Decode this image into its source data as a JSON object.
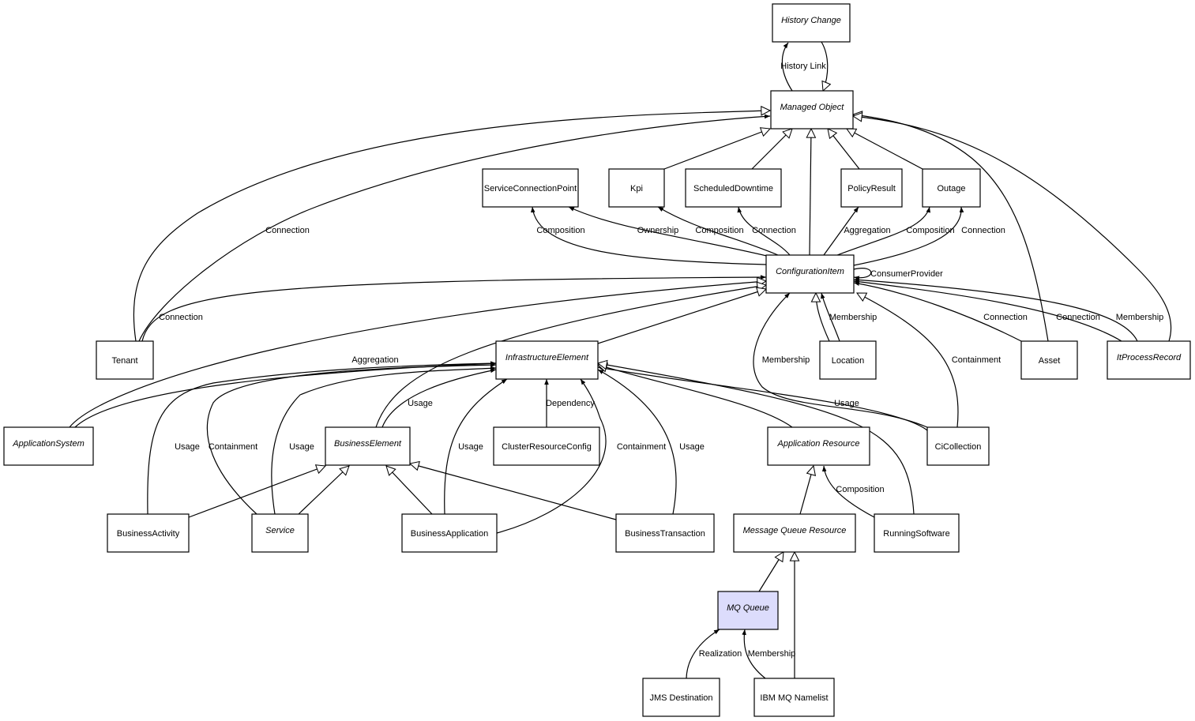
{
  "colors": {
    "highlight_fill": "#dcdcfc",
    "stroke": "#000000",
    "background": "#ffffff"
  },
  "nodes": [
    {
      "id": "history_change",
      "label": "History Change",
      "italic": true
    },
    {
      "id": "managed_object",
      "label": "Managed Object",
      "italic": true
    },
    {
      "id": "service_connection_point",
      "label": "ServiceConnectionPoint",
      "italic": false
    },
    {
      "id": "kpi",
      "label": "Kpi",
      "italic": false
    },
    {
      "id": "scheduled_downtime",
      "label": "ScheduledDowntime",
      "italic": false
    },
    {
      "id": "policy_result",
      "label": "PolicyResult",
      "italic": false
    },
    {
      "id": "outage",
      "label": "Outage",
      "italic": false
    },
    {
      "id": "configuration_item",
      "label": "ConfigurationItem",
      "italic": true
    },
    {
      "id": "tenant",
      "label": "Tenant",
      "italic": false
    },
    {
      "id": "infrastructure_element",
      "label": "InfrastructureElement",
      "italic": true
    },
    {
      "id": "location",
      "label": "Location",
      "italic": false
    },
    {
      "id": "asset",
      "label": "Asset",
      "italic": false
    },
    {
      "id": "it_process_record",
      "label": "ItProcessRecord",
      "italic": true
    },
    {
      "id": "application_system",
      "label": "ApplicationSystem",
      "italic": true
    },
    {
      "id": "business_element",
      "label": "BusinessElement",
      "italic": true
    },
    {
      "id": "cluster_resource_config",
      "label": "ClusterResourceConfig",
      "italic": false
    },
    {
      "id": "application_resource",
      "label": "Application Resource",
      "italic": true
    },
    {
      "id": "ci_collection",
      "label": "CiCollection",
      "italic": false
    },
    {
      "id": "business_activity",
      "label": "BusinessActivity",
      "italic": false
    },
    {
      "id": "service",
      "label": "Service",
      "italic": true
    },
    {
      "id": "business_application",
      "label": "BusinessApplication",
      "italic": false
    },
    {
      "id": "business_transaction",
      "label": "BusinessTransaction",
      "italic": false
    },
    {
      "id": "message_queue_resource",
      "label": "Message Queue Resource",
      "italic": true
    },
    {
      "id": "running_software",
      "label": "RunningSoftware",
      "italic": false
    },
    {
      "id": "mq_queue",
      "label": "MQ Queue",
      "italic": true,
      "highlight": true
    },
    {
      "id": "jms_destination",
      "label": "JMS Destination",
      "italic": false
    },
    {
      "id": "ibm_mq_namelist",
      "label": "IBM MQ Namelist",
      "italic": false
    }
  ],
  "edges": [
    {
      "from": "managed_object",
      "to": "history_change",
      "kind": "association",
      "label": "History Link"
    },
    {
      "from": "history_change",
      "to": "managed_object",
      "kind": "generalization",
      "label": ""
    },
    {
      "from": "tenant",
      "to": "managed_object",
      "kind": "generalization",
      "label": ""
    },
    {
      "from": "tenant",
      "to": "managed_object",
      "kind": "association",
      "label": "Connection"
    },
    {
      "from": "tenant",
      "to": "configuration_item",
      "kind": "association",
      "label": "Connection"
    },
    {
      "from": "kpi",
      "to": "managed_object",
      "kind": "generalization",
      "label": ""
    },
    {
      "from": "scheduled_downtime",
      "to": "managed_object",
      "kind": "generalization",
      "label": ""
    },
    {
      "from": "configuration_item",
      "to": "managed_object",
      "kind": "generalization",
      "label": ""
    },
    {
      "from": "policy_result",
      "to": "managed_object",
      "kind": "generalization",
      "label": ""
    },
    {
      "from": "outage",
      "to": "managed_object",
      "kind": "generalization",
      "label": ""
    },
    {
      "from": "asset",
      "to": "managed_object",
      "kind": "generalization",
      "label": ""
    },
    {
      "from": "it_process_record",
      "to": "managed_object",
      "kind": "generalization",
      "label": ""
    },
    {
      "from": "configuration_item",
      "to": "service_connection_point",
      "kind": "association",
      "label": "Composition"
    },
    {
      "from": "configuration_item",
      "to": "service_connection_point",
      "kind": "association",
      "label": "Ownership"
    },
    {
      "from": "configuration_item",
      "to": "kpi",
      "kind": "association",
      "label": "Composition"
    },
    {
      "from": "configuration_item",
      "to": "scheduled_downtime",
      "kind": "association",
      "label": "Connection"
    },
    {
      "from": "configuration_item",
      "to": "policy_result",
      "kind": "association",
      "label": "Aggregation"
    },
    {
      "from": "configuration_item",
      "to": "outage",
      "kind": "association",
      "label": "Composition"
    },
    {
      "from": "configuration_item",
      "to": "outage",
      "kind": "association",
      "label": "Connection"
    },
    {
      "from": "configuration_item",
      "to": "configuration_item",
      "kind": "association",
      "label": "ConsumerProvider"
    },
    {
      "from": "application_system",
      "to": "configuration_item",
      "kind": "generalization",
      "label": ""
    },
    {
      "from": "application_system",
      "to": "infrastructure_element",
      "kind": "association",
      "label": "Aggregation"
    },
    {
      "from": "business_element",
      "to": "configuration_item",
      "kind": "generalization",
      "label": ""
    },
    {
      "from": "infrastructure_element",
      "to": "configuration_item",
      "kind": "generalization",
      "label": ""
    },
    {
      "from": "location",
      "to": "configuration_item",
      "kind": "generalization",
      "label": ""
    },
    {
      "from": "location",
      "to": "configuration_item",
      "kind": "association",
      "label": "Membership"
    },
    {
      "from": "ci_collection",
      "to": "configuration_item",
      "kind": "association",
      "label": "Membership"
    },
    {
      "from": "ci_collection",
      "to": "configuration_item",
      "kind": "generalization",
      "label": "Containment"
    },
    {
      "from": "asset",
      "to": "configuration_item",
      "kind": "association",
      "label": "Connection"
    },
    {
      "from": "it_process_record",
      "to": "configuration_item",
      "kind": "association",
      "label": "Connection"
    },
    {
      "from": "it_process_record",
      "to": "configuration_item",
      "kind": "association",
      "label": "Membership"
    },
    {
      "from": "ci_collection",
      "to": "infrastructure_element",
      "kind": "association",
      "label": "Usage"
    },
    {
      "from": "application_resource",
      "to": "infrastructure_element",
      "kind": "generalization",
      "label": ""
    },
    {
      "from": "running_software",
      "to": "infrastructure_element",
      "kind": "generalization",
      "label": ""
    },
    {
      "from": "business_activity",
      "to": "infrastructure_element",
      "kind": "association",
      "label": "Usage"
    },
    {
      "from": "service",
      "to": "infrastructure_element",
      "kind": "association",
      "label": "Containment"
    },
    {
      "from": "service",
      "to": "infrastructure_element",
      "kind": "association",
      "label": "Usage"
    },
    {
      "from": "business_element",
      "to": "infrastructure_element",
      "kind": "association",
      "label": "Usage"
    },
    {
      "from": "business_application",
      "to": "infrastructure_element",
      "kind": "association",
      "label": "Usage"
    },
    {
      "from": "cluster_resource_config",
      "to": "infrastructure_element",
      "kind": "association",
      "label": "Dependency"
    },
    {
      "from": "business_application",
      "to": "infrastructure_element",
      "kind": "association",
      "label": "Containment"
    },
    {
      "from": "business_transaction",
      "to": "infrastructure_element",
      "kind": "association",
      "label": "Usage"
    },
    {
      "from": "business_activity",
      "to": "business_element",
      "kind": "generalization",
      "label": ""
    },
    {
      "from": "service",
      "to": "business_element",
      "kind": "generalization",
      "label": ""
    },
    {
      "from": "business_application",
      "to": "business_element",
      "kind": "generalization",
      "label": ""
    },
    {
      "from": "business_transaction",
      "to": "business_element",
      "kind": "generalization",
      "label": ""
    },
    {
      "from": "message_queue_resource",
      "to": "application_resource",
      "kind": "generalization",
      "label": ""
    },
    {
      "from": "running_software",
      "to": "application_resource",
      "kind": "association",
      "label": "Composition"
    },
    {
      "from": "mq_queue",
      "to": "message_queue_resource",
      "kind": "generalization",
      "label": ""
    },
    {
      "from": "ibm_mq_namelist",
      "to": "message_queue_resource",
      "kind": "generalization",
      "label": ""
    },
    {
      "from": "jms_destination",
      "to": "mq_queue",
      "kind": "association",
      "label": "Realization"
    },
    {
      "from": "ibm_mq_namelist",
      "to": "mq_queue",
      "kind": "association",
      "label": "Membership"
    }
  ]
}
